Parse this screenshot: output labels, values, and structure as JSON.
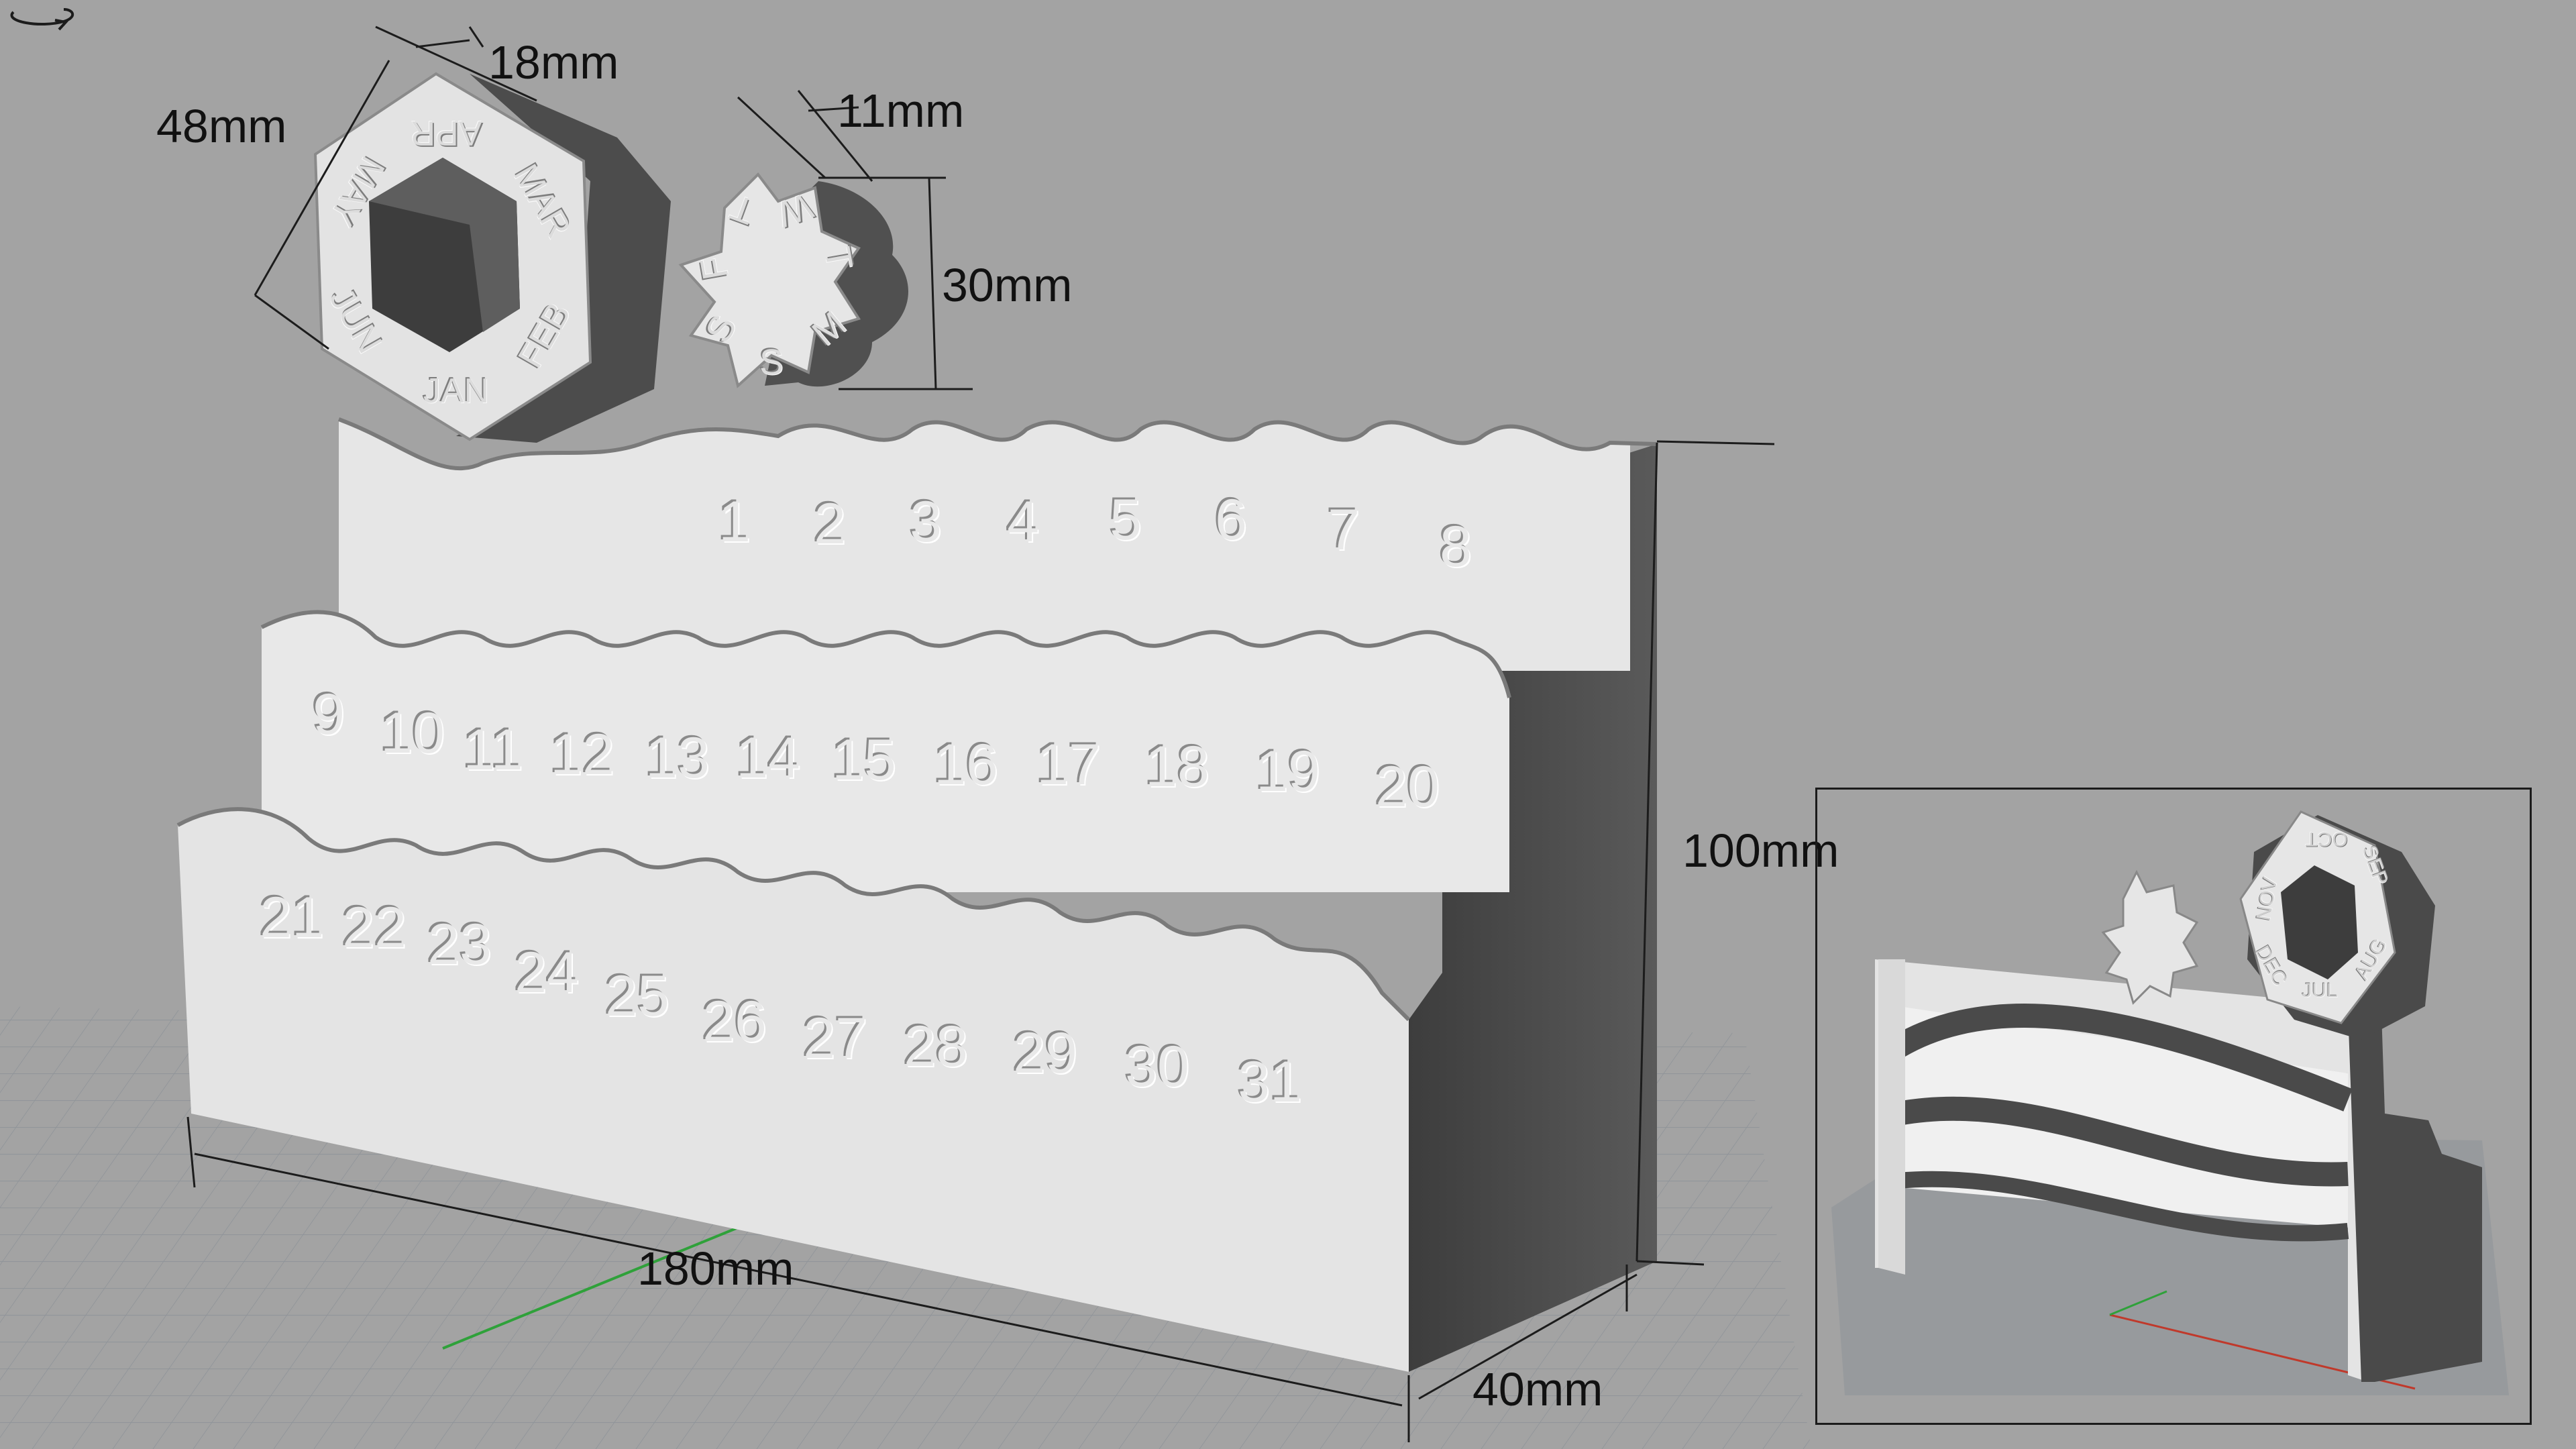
{
  "dimensions": {
    "hex_thickness": "18mm",
    "hex_height": "48mm",
    "star_thickness": "11mm",
    "star_height": "30mm",
    "stand_height": "100mm",
    "stand_width": "180mm",
    "stand_depth": "40mm"
  },
  "hex_months": [
    "JAN",
    "FEB",
    "MAR",
    "APR",
    "MAY",
    "JUN"
  ],
  "star_days": [
    "M",
    "T",
    "W",
    "T",
    "F",
    "S",
    "S"
  ],
  "inset_months": [
    "JUL",
    "AUG",
    "SEP",
    "OCT",
    "NOV",
    "DEC"
  ],
  "day_rows": [
    [
      "1",
      "2",
      "3",
      "4",
      "5",
      "6",
      "7",
      "8"
    ],
    [
      "9",
      "10",
      "11",
      "12",
      "13",
      "14",
      "15",
      "16",
      "17",
      "18",
      "19",
      "20"
    ],
    [
      "21",
      "22",
      "23",
      "24",
      "25",
      "26",
      "27",
      "28",
      "29",
      "30",
      "31"
    ]
  ],
  "icons": {
    "rotate": "rotate-view-icon"
  },
  "colors": {
    "background": "#a3a3a3",
    "model_light": "#e4e4e4",
    "model_dark": "#4b4b4b",
    "grid": "#8e9399",
    "axis_green": "#2fa13a",
    "axis_red": "#c0392b"
  }
}
